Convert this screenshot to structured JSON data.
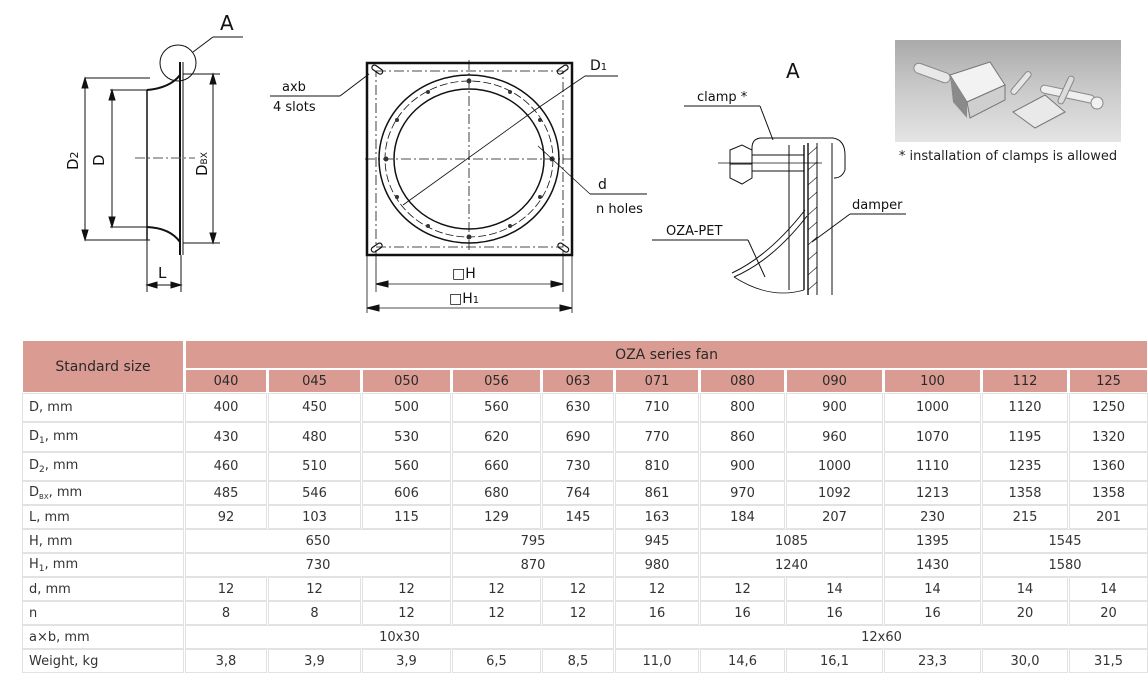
{
  "drawings": {
    "side_view": {
      "detail_marker": "A",
      "dim_labels": {
        "d2": "D2",
        "d": "D",
        "dbx": "DBX",
        "l": "L"
      }
    },
    "front_view": {
      "slots_label_top": "axb",
      "slots_label_bottom": "4 slots",
      "d1_label": "D1",
      "holes_label_top": "d",
      "holes_label_bottom": "n holes",
      "h_label": "□H",
      "h1_label": "□H1"
    },
    "detail_view": {
      "title": "A",
      "clamp_label": "clamp *",
      "damper_label": "damper",
      "oza_pet_label": "OZA-PET"
    },
    "photo": {
      "subject": "clamps-photo",
      "note": "* installation of clamps is allowed"
    }
  },
  "table": {
    "corner_label": "Standard size",
    "series_label": "OZA series fan",
    "sizes": [
      "040",
      "045",
      "050",
      "056",
      "063",
      "071",
      "080",
      "090",
      "100",
      "112",
      "125"
    ],
    "header_color": "#da9c92",
    "rows": [
      {
        "label": "D, mm",
        "values": [
          "400",
          "450",
          "500",
          "560",
          "630",
          "710",
          "800",
          "900",
          "1000",
          "1120",
          "1250"
        ]
      },
      {
        "label": "D1, mm",
        "values": [
          "430",
          "480",
          "530",
          "620",
          "690",
          "770",
          "860",
          "960",
          "1070",
          "1195",
          "1320"
        ]
      },
      {
        "label": "D2, mm",
        "values": [
          "460",
          "510",
          "560",
          "660",
          "730",
          "810",
          "900",
          "1000",
          "1110",
          "1235",
          "1360"
        ]
      },
      {
        "label": "DBX, mm",
        "values": [
          "485",
          "546",
          "606",
          "680",
          "764",
          "861",
          "970",
          "1092",
          "1213",
          "1358",
          "1358"
        ]
      },
      {
        "label": "L, mm",
        "values": [
          "92",
          "103",
          "115",
          "129",
          "145",
          "163",
          "184",
          "207",
          "230",
          "215",
          "201"
        ]
      },
      {
        "label": "H, mm",
        "merged": [
          {
            "value": "650",
            "span": 3
          },
          {
            "value": "795",
            "span": 2
          },
          {
            "value": "945",
            "span": 1
          },
          {
            "value": "1085",
            "span": 2
          },
          {
            "value": "1395",
            "span": 1
          },
          {
            "value": "1545",
            "span": 2
          }
        ]
      },
      {
        "label": "H1, mm",
        "merged": [
          {
            "value": "730",
            "span": 3
          },
          {
            "value": "870",
            "span": 2
          },
          {
            "value": "980",
            "span": 1
          },
          {
            "value": "1240",
            "span": 2
          },
          {
            "value": "1430",
            "span": 1
          },
          {
            "value": "1580",
            "span": 2
          }
        ]
      },
      {
        "label": "d, mm",
        "values": [
          "12",
          "12",
          "12",
          "12",
          "12",
          "12",
          "12",
          "14",
          "14",
          "14",
          "14"
        ]
      },
      {
        "label": "n",
        "values": [
          "8",
          "8",
          "12",
          "12",
          "12",
          "16",
          "16",
          "16",
          "16",
          "20",
          "20"
        ]
      },
      {
        "label": "a×b, mm",
        "merged": [
          {
            "value": "10x30",
            "span": 5
          },
          {
            "value": "12x60",
            "span": 6
          }
        ]
      },
      {
        "label": "Weight, kg",
        "values": [
          "3,8",
          "3,9",
          "3,9",
          "6,5",
          "8,5",
          "11,0",
          "14,6",
          "16,1",
          "23,3",
          "30,0",
          "31,5"
        ]
      }
    ]
  }
}
